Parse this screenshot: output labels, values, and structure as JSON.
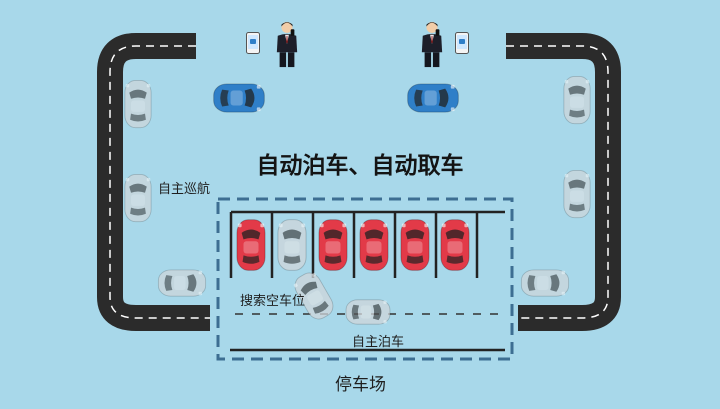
{
  "title": "自动泊车、自动取车",
  "labels": {
    "autonomous_cruise": "自主巡航",
    "search_vacant_space": "搜索空车位",
    "autonomous_parking": "自主泊车",
    "parking_lot": "停车场"
  },
  "colors": {
    "background": "#a8d8ea",
    "road": "#2b2b2b",
    "road_marking": "#ffffff",
    "parking_lot_border": "#3d6e92",
    "red_car": "#e23a48",
    "blue_car": "#2f7fc8",
    "ghost_car": "#cfd6da"
  },
  "icons": [
    "person-with-phone-icon",
    "smartphone-icon",
    "car-icon"
  ]
}
